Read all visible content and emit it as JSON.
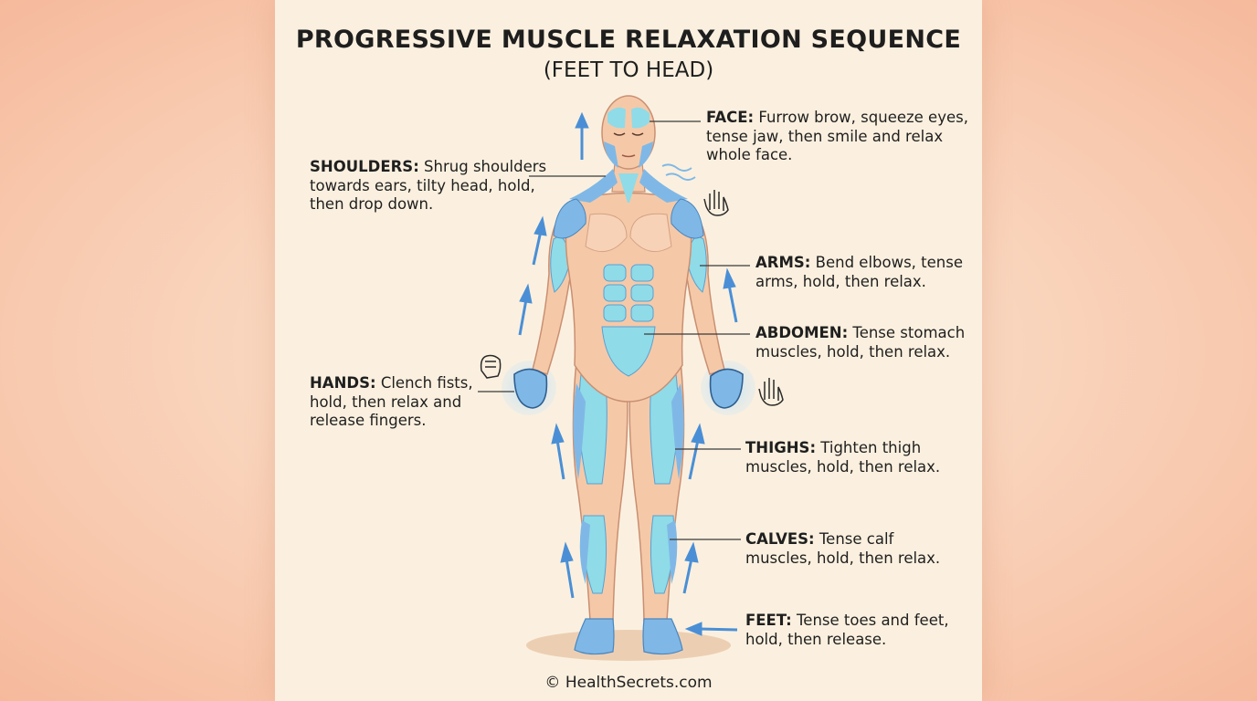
{
  "title": "PROGRESSIVE MUSCLE RELAXATION SEQUENCE",
  "subtitle": "(FEET TO HEAD)",
  "labels": {
    "face": {
      "name": "FACE:",
      "line1": "Furrow brow, squeeze eyes,",
      "line2": "tense jaw, then smile and relax",
      "line3": "whole face."
    },
    "shoulders": {
      "name": "SHOULDERS:",
      "line1": "Shrug shoulders",
      "line2": "towards ears, tilty head, hold,",
      "line3": "then drop down."
    },
    "arms": {
      "name": "ARMS:",
      "line1": "Bend elbows, tense",
      "line2": "arms, hold, then relax."
    },
    "abdomen": {
      "name": "ABDOMEN:",
      "line1": "Tense stomach",
      "line2": "muscles, hold, then relax."
    },
    "hands": {
      "name": "HANDS:",
      "line1": "Clench fists,",
      "line2": "hold, then relax and",
      "line3": "release fingers."
    },
    "thighs": {
      "name": "THIGHS:",
      "line1": "Tighten thigh",
      "line2": "muscles, hold, then relax."
    },
    "calves": {
      "name": "CALVES:",
      "line1": "Tense calf",
      "line2": "muscles, hold, then relax."
    },
    "feet": {
      "name": "FEET:",
      "line1": "Tense toes and feet,",
      "line2": "hold, then release."
    }
  },
  "footer": "© HealthSecrets.com",
  "colors": {
    "skin": "#f5c9a8",
    "muscle_blue": "#7fb8e6",
    "muscle_cyan": "#8fdbe8",
    "arrow_blue": "#4a8fd6",
    "outline": "#c98f72"
  }
}
